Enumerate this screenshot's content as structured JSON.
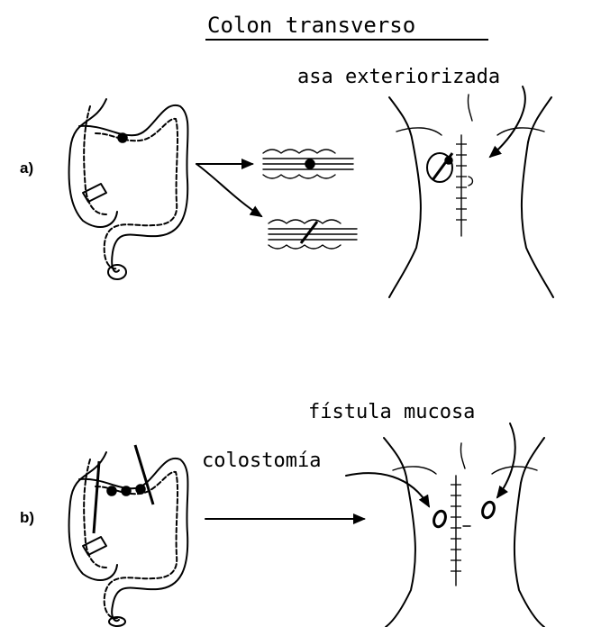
{
  "title": "Colon transverso",
  "panel_a": {
    "label": "a)",
    "annotation": "asa exteriorizada"
  },
  "panel_b": {
    "label": "b)",
    "annotation_top": "fístula mucosa",
    "annotation_left": "colostomía"
  },
  "colors": {
    "ink": "#000000",
    "background": "#ffffff"
  }
}
